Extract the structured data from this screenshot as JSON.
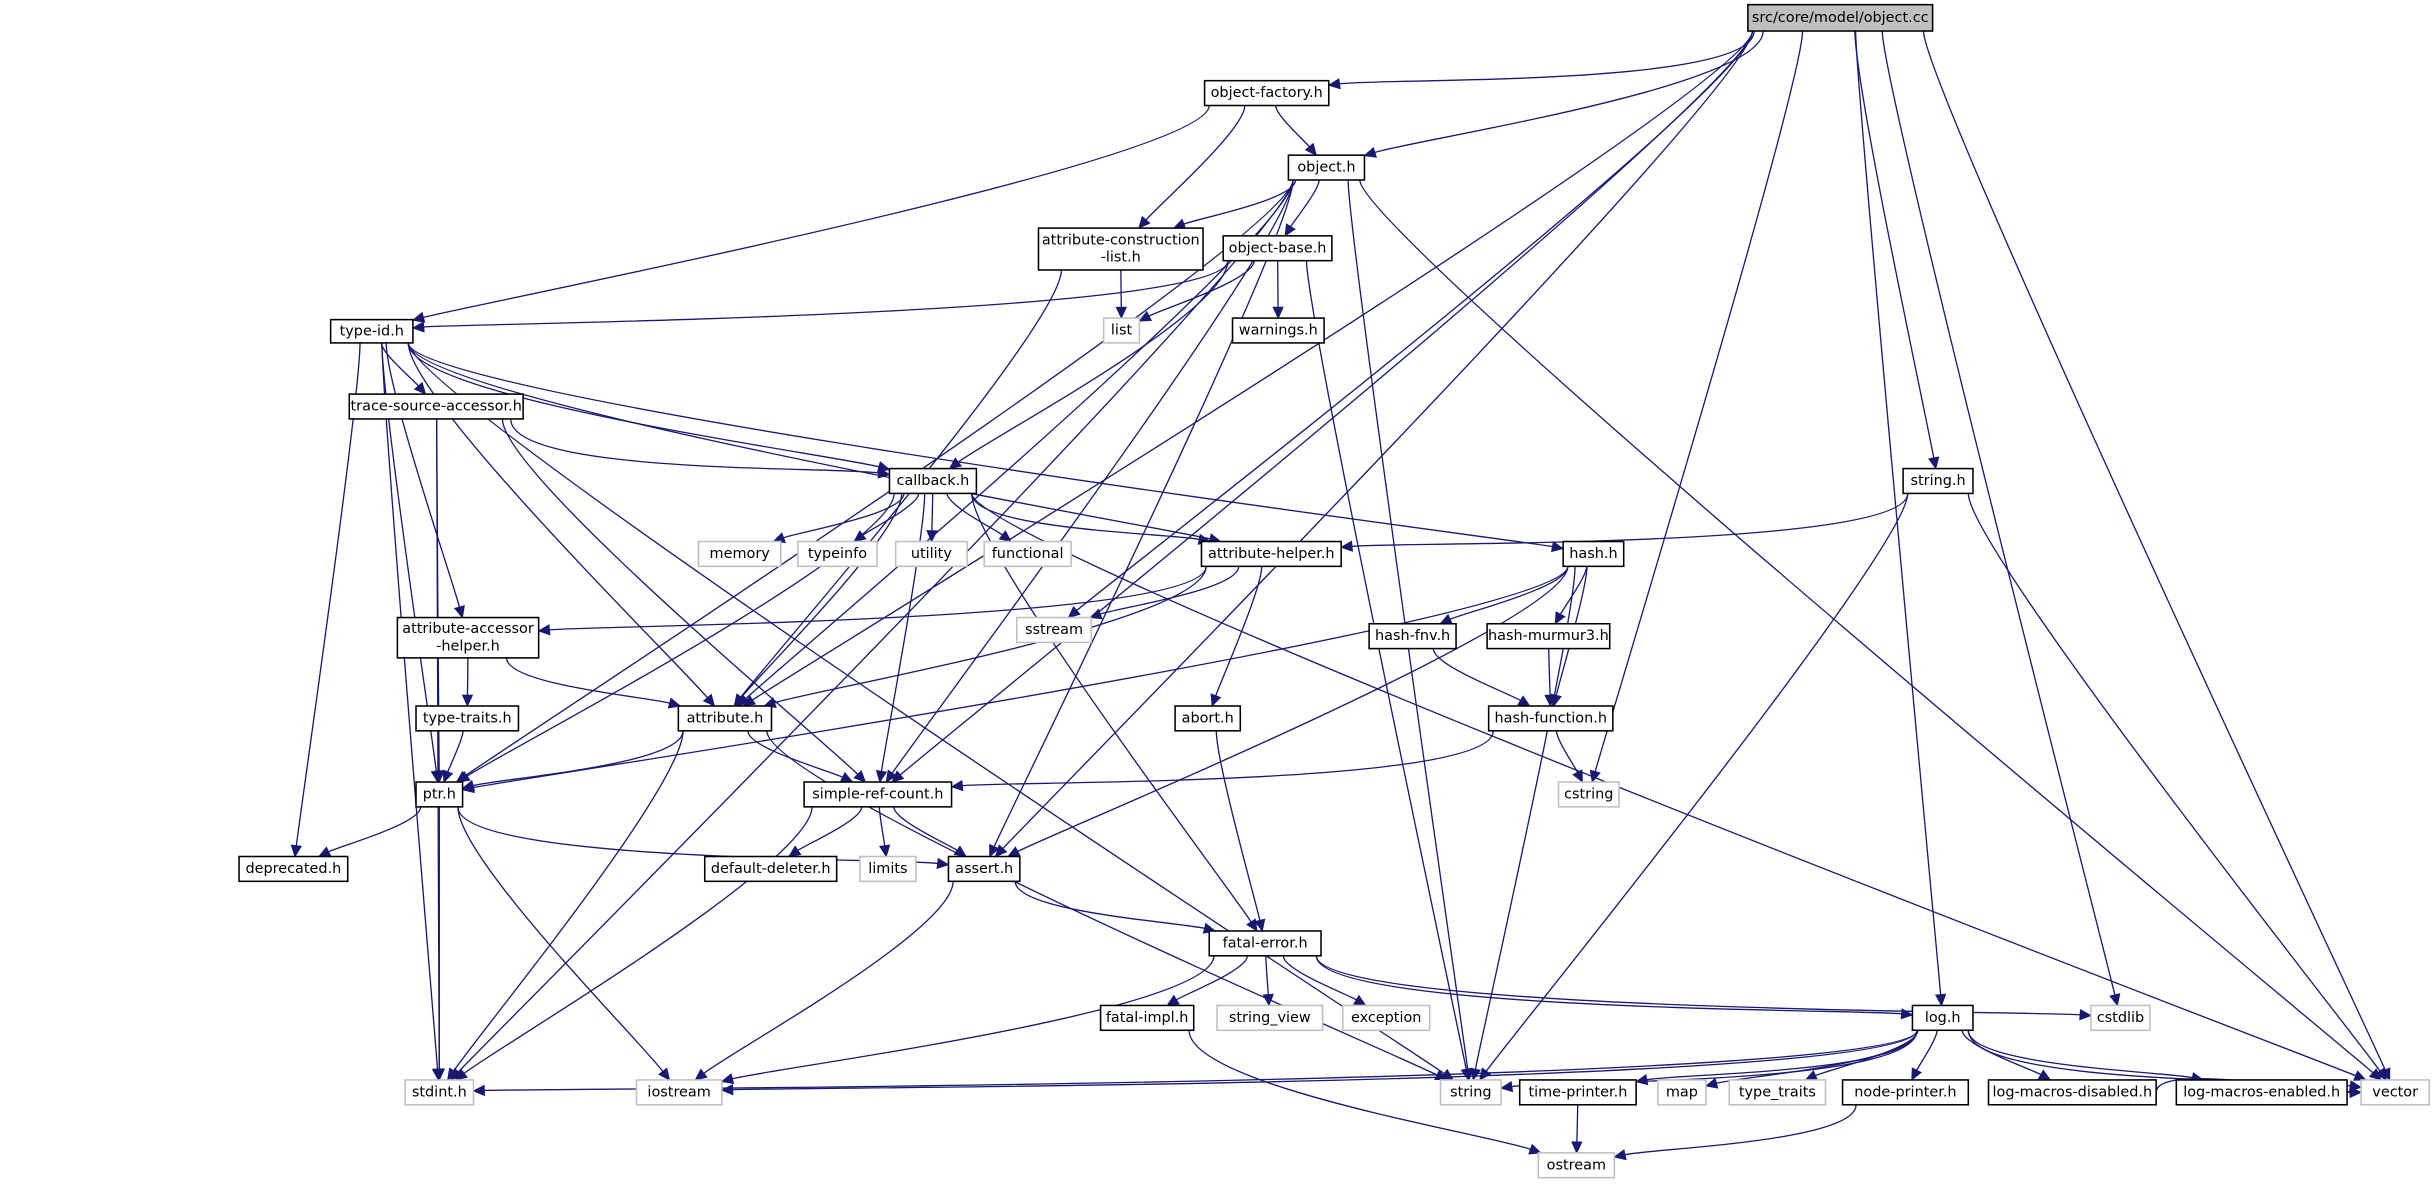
{
  "title": "src/core/model/object.cc",
  "colors": {
    "edge": "#191970",
    "root_fill": "#bfbfbf",
    "internal_border": "#000000",
    "external_border": "#bfbfbf"
  },
  "nodes": [
    {
      "id": "root",
      "label": "src/core/model/object.cc",
      "kind": "root"
    },
    {
      "id": "object-factory",
      "label": "object-factory.h",
      "kind": "internal"
    },
    {
      "id": "object",
      "label": "object.h",
      "kind": "internal"
    },
    {
      "id": "attribute-construction-list",
      "label": "attribute-construction\n-list.h",
      "kind": "internal"
    },
    {
      "id": "object-base",
      "label": "object-base.h",
      "kind": "internal"
    },
    {
      "id": "list",
      "label": "list",
      "kind": "external"
    },
    {
      "id": "warnings",
      "label": "warnings.h",
      "kind": "internal"
    },
    {
      "id": "type-id",
      "label": "type-id.h",
      "kind": "internal"
    },
    {
      "id": "trace-source-accessor",
      "label": "trace-source-accessor.h",
      "kind": "internal"
    },
    {
      "id": "callback",
      "label": "callback.h",
      "kind": "internal"
    },
    {
      "id": "memory",
      "label": "memory",
      "kind": "external"
    },
    {
      "id": "typeinfo",
      "label": "typeinfo",
      "kind": "external"
    },
    {
      "id": "utility",
      "label": "utility",
      "kind": "external"
    },
    {
      "id": "functional",
      "label": "functional",
      "kind": "external"
    },
    {
      "id": "attribute-helper",
      "label": "attribute-helper.h",
      "kind": "internal"
    },
    {
      "id": "string-h",
      "label": "string.h",
      "kind": "internal"
    },
    {
      "id": "hash",
      "label": "hash.h",
      "kind": "internal"
    },
    {
      "id": "sstream",
      "label": "sstream",
      "kind": "external"
    },
    {
      "id": "attribute-accessor-helper",
      "label": "attribute-accessor\n-helper.h",
      "kind": "internal"
    },
    {
      "id": "hash-fnv",
      "label": "hash-fnv.h",
      "kind": "internal"
    },
    {
      "id": "hash-murmur3",
      "label": "hash-murmur3.h",
      "kind": "internal"
    },
    {
      "id": "abort",
      "label": "abort.h",
      "kind": "internal"
    },
    {
      "id": "hash-function",
      "label": "hash-function.h",
      "kind": "internal"
    },
    {
      "id": "type-traits",
      "label": "type-traits.h",
      "kind": "internal"
    },
    {
      "id": "attribute",
      "label": "attribute.h",
      "kind": "internal"
    },
    {
      "id": "cstring",
      "label": "cstring",
      "kind": "external"
    },
    {
      "id": "ptr",
      "label": "ptr.h",
      "kind": "internal"
    },
    {
      "id": "simple-ref-count",
      "label": "simple-ref-count.h",
      "kind": "internal"
    },
    {
      "id": "deprecated",
      "label": "deprecated.h",
      "kind": "internal"
    },
    {
      "id": "default-deleter",
      "label": "default-deleter.h",
      "kind": "internal"
    },
    {
      "id": "limits",
      "label": "limits",
      "kind": "external"
    },
    {
      "id": "assert",
      "label": "assert.h",
      "kind": "internal"
    },
    {
      "id": "fatal-error",
      "label": "fatal-error.h",
      "kind": "internal"
    },
    {
      "id": "fatal-impl",
      "label": "fatal-impl.h",
      "kind": "internal"
    },
    {
      "id": "string_view",
      "label": "string_view",
      "kind": "external"
    },
    {
      "id": "exception",
      "label": "exception",
      "kind": "external"
    },
    {
      "id": "log",
      "label": "log.h",
      "kind": "internal"
    },
    {
      "id": "cstdlib",
      "label": "cstdlib",
      "kind": "external"
    },
    {
      "id": "stdint",
      "label": "stdint.h",
      "kind": "external"
    },
    {
      "id": "iostream",
      "label": "iostream",
      "kind": "external"
    },
    {
      "id": "string",
      "label": "string",
      "kind": "external"
    },
    {
      "id": "time-printer",
      "label": "time-printer.h",
      "kind": "internal"
    },
    {
      "id": "map",
      "label": "map",
      "kind": "external"
    },
    {
      "id": "type_traits",
      "label": "type_traits",
      "kind": "external"
    },
    {
      "id": "node-printer",
      "label": "node-printer.h",
      "kind": "internal"
    },
    {
      "id": "log-macros-disabled",
      "label": "log-macros-disabled.h",
      "kind": "internal"
    },
    {
      "id": "log-macros-enabled",
      "label": "log-macros-enabled.h",
      "kind": "internal"
    },
    {
      "id": "vector",
      "label": "vector",
      "kind": "external"
    },
    {
      "id": "ostream",
      "label": "ostream",
      "kind": "external"
    }
  ],
  "edges": [
    [
      "root",
      "object-factory"
    ],
    [
      "root",
      "object"
    ],
    [
      "root",
      "attribute"
    ],
    [
      "root",
      "assert"
    ],
    [
      "root",
      "simple-ref-count"
    ],
    [
      "root",
      "sstream"
    ],
    [
      "root",
      "string-h"
    ],
    [
      "root",
      "cstring"
    ],
    [
      "root",
      "log"
    ],
    [
      "root",
      "cstdlib"
    ],
    [
      "root",
      "vector"
    ],
    [
      "object-factory",
      "object"
    ],
    [
      "object-factory",
      "attribute-construction-list"
    ],
    [
      "object-factory",
      "type-id"
    ],
    [
      "object",
      "attribute-construction-list"
    ],
    [
      "object",
      "object-base"
    ],
    [
      "object",
      "ptr"
    ],
    [
      "object",
      "stdint"
    ],
    [
      "object",
      "attribute"
    ],
    [
      "object",
      "string"
    ],
    [
      "object",
      "vector"
    ],
    [
      "object",
      "simple-ref-count"
    ],
    [
      "object",
      "assert"
    ],
    [
      "attribute-construction-list",
      "list"
    ],
    [
      "attribute-construction-list",
      "attribute"
    ],
    [
      "object-base",
      "list"
    ],
    [
      "object-base",
      "warnings"
    ],
    [
      "object-base",
      "type-id"
    ],
    [
      "object-base",
      "callback"
    ],
    [
      "object-base",
      "string"
    ],
    [
      "type-id",
      "trace-source-accessor"
    ],
    [
      "type-id",
      "callback"
    ],
    [
      "type-id",
      "attribute-helper"
    ],
    [
      "type-id",
      "hash"
    ],
    [
      "type-id",
      "attribute-accessor-helper"
    ],
    [
      "type-id",
      "attribute"
    ],
    [
      "type-id",
      "ptr"
    ],
    [
      "type-id",
      "deprecated"
    ],
    [
      "type-id",
      "stdint"
    ],
    [
      "type-id",
      "string"
    ],
    [
      "trace-source-accessor",
      "callback"
    ],
    [
      "trace-source-accessor",
      "ptr"
    ],
    [
      "trace-source-accessor",
      "simple-ref-count"
    ],
    [
      "trace-source-accessor",
      "stdint"
    ],
    [
      "callback",
      "memory"
    ],
    [
      "callback",
      "typeinfo"
    ],
    [
      "callback",
      "utility"
    ],
    [
      "callback",
      "functional"
    ],
    [
      "callback",
      "attribute-helper"
    ],
    [
      "callback",
      "attribute"
    ],
    [
      "callback",
      "ptr"
    ],
    [
      "callback",
      "simple-ref-count"
    ],
    [
      "callback",
      "fatal-error"
    ],
    [
      "callback",
      "vector"
    ],
    [
      "attribute-helper",
      "attribute-accessor-helper"
    ],
    [
      "attribute-helper",
      "attribute"
    ],
    [
      "attribute-helper",
      "sstream"
    ],
    [
      "attribute-helper",
      "abort"
    ],
    [
      "string-h",
      "attribute-helper"
    ],
    [
      "string-h",
      "string"
    ],
    [
      "string-h",
      "vector"
    ],
    [
      "hash",
      "hash-fnv"
    ],
    [
      "hash",
      "hash-murmur3"
    ],
    [
      "hash",
      "hash-function"
    ],
    [
      "hash",
      "assert"
    ],
    [
      "hash",
      "ptr"
    ],
    [
      "hash",
      "string"
    ],
    [
      "attribute-accessor-helper",
      "type-traits"
    ],
    [
      "attribute-accessor-helper",
      "attribute"
    ],
    [
      "hash-fnv",
      "hash-function"
    ],
    [
      "hash-murmur3",
      "hash-function"
    ],
    [
      "hash-function",
      "cstring"
    ],
    [
      "hash-function",
      "simple-ref-count"
    ],
    [
      "abort",
      "fatal-error"
    ],
    [
      "type-traits",
      "ptr"
    ],
    [
      "attribute",
      "ptr"
    ],
    [
      "attribute",
      "simple-ref-count"
    ],
    [
      "attribute",
      "string"
    ],
    [
      "attribute",
      "stdint"
    ],
    [
      "ptr",
      "deprecated"
    ],
    [
      "ptr",
      "assert"
    ],
    [
      "ptr",
      "stdint"
    ],
    [
      "ptr",
      "iostream"
    ],
    [
      "simple-ref-count",
      "default-deleter"
    ],
    [
      "simple-ref-count",
      "limits"
    ],
    [
      "simple-ref-count",
      "assert"
    ],
    [
      "simple-ref-count",
      "stdint"
    ],
    [
      "assert",
      "fatal-error"
    ],
    [
      "assert",
      "iostream"
    ],
    [
      "fatal-error",
      "fatal-impl"
    ],
    [
      "fatal-error",
      "string_view"
    ],
    [
      "fatal-error",
      "exception"
    ],
    [
      "fatal-error",
      "log"
    ],
    [
      "fatal-error",
      "cstdlib"
    ],
    [
      "fatal-error",
      "iostream"
    ],
    [
      "fatal-impl",
      "ostream"
    ],
    [
      "log",
      "stdint"
    ],
    [
      "log",
      "iostream"
    ],
    [
      "log",
      "string"
    ],
    [
      "log",
      "time-printer"
    ],
    [
      "log",
      "map"
    ],
    [
      "log",
      "type_traits"
    ],
    [
      "log",
      "node-printer"
    ],
    [
      "log",
      "log-macros-disabled"
    ],
    [
      "log",
      "log-macros-enabled"
    ],
    [
      "log",
      "vector"
    ],
    [
      "time-printer",
      "ostream"
    ],
    [
      "node-printer",
      "ostream"
    ],
    [
      "log-macros-enabled",
      "vector"
    ],
    [
      "log-macros-disabled",
      "vector"
    ]
  ]
}
